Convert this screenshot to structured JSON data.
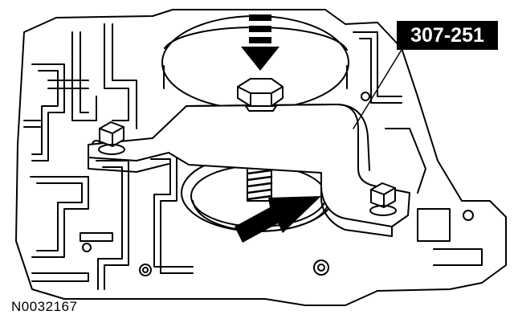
{
  "figure": {
    "tool_number": "307-251",
    "figure_id": "N0032167"
  },
  "colors": {
    "ink": "#000000",
    "paper": "#ffffff"
  },
  "icons": [
    "bolt",
    "bracket-tool",
    "force-arrow",
    "valve-body-casting"
  ]
}
